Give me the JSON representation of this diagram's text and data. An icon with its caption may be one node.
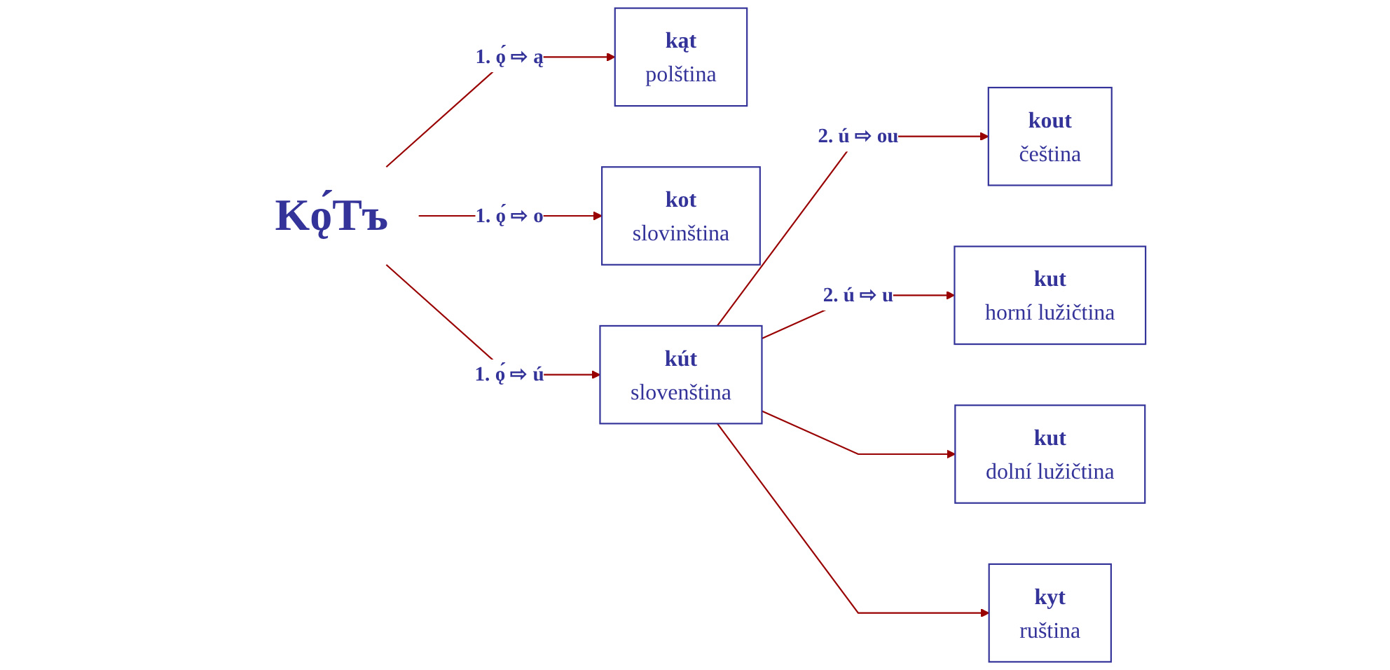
{
  "diagram": {
    "nodes": [
      {
        "text": [
          "Kǫ́Tъ"
        ]
      },
      {
        "text": [
          "kąt",
          "polština"
        ]
      },
      {
        "text": [
          "kot",
          "slovinština"
        ]
      },
      {
        "text": [
          "kout",
          "čeština"
        ]
      },
      {
        "text": [
          "kút",
          "slovenština"
        ]
      },
      {
        "text": [
          "kut",
          "horní lužičtina"
        ]
      },
      {
        "text": [
          "kut",
          "dolní lužičtina"
        ]
      },
      {
        "text": [
          "kyt",
          "ruština"
        ]
      }
    ],
    "edges": [
      {
        "from": 0,
        "to": 1,
        "arrow": "to",
        "label": "1. ǫ́ ⇨ ą"
      },
      {
        "from": 0,
        "to": 2,
        "arrow": "to",
        "label": "1. ǫ́ ⇨ o"
      },
      {
        "from": 0,
        "to": 4,
        "arrow": "to",
        "label": "1. ǫ́ ⇨ ú"
      },
      {
        "from": 4,
        "to": 3,
        "arrow": "to",
        "label": "2. ú ⇨ ou"
      },
      {
        "from": 4,
        "to": 5,
        "arrow": "to",
        "label": "2. ú ⇨ u"
      },
      {
        "from": 4,
        "to": 6,
        "arrow": "to"
      },
      {
        "from": 4,
        "to": 7,
        "arrow": "to"
      }
    ]
  }
}
